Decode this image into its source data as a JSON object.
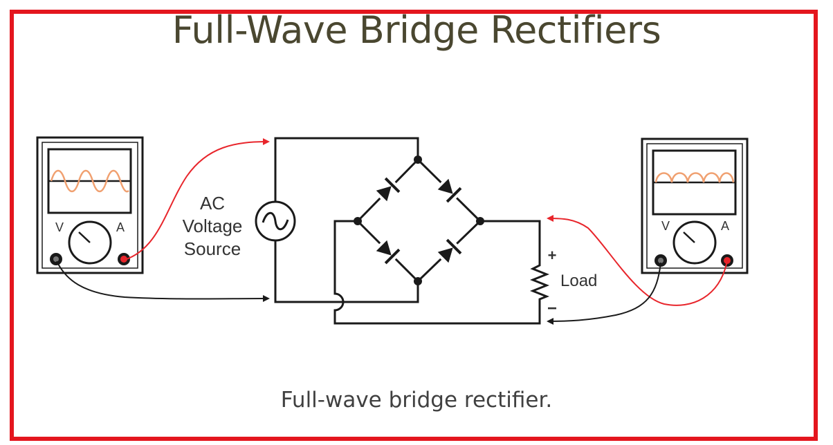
{
  "title": "Full-Wave Bridge Rectifiers",
  "caption": "Full-wave bridge rectifier.",
  "diagram": {
    "source_label": [
      "AC",
      "Voltage",
      "Source"
    ],
    "load_label": "Load",
    "load_plus": "+",
    "load_minus": "−",
    "left_meter": {
      "v_label": "V",
      "a_label": "A",
      "trace": "sine"
    },
    "right_meter": {
      "v_label": "V",
      "a_label": "A",
      "trace": "full-wave rectified"
    }
  },
  "colors": {
    "frame": "#e4161e",
    "probe_red": "#e8252b",
    "trace": "#f0a070",
    "wire": "#1a1a1a"
  }
}
